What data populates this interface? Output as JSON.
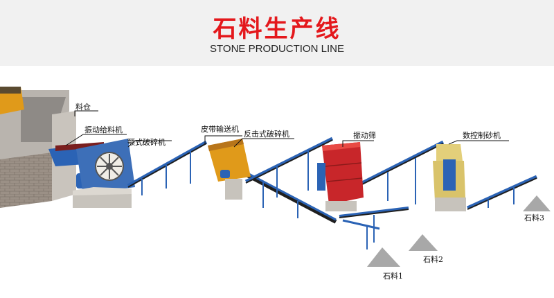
{
  "header": {
    "title": "石料生产线",
    "subtitle": "STONE PRODUCTION LINE"
  },
  "labels": {
    "silo": "料仓",
    "vibrating_feeder": "振动给料机",
    "jaw_crusher": "颚式破碎机",
    "belt_conveyor": "皮带输送机",
    "impact_crusher": "反击式破碎机",
    "vibrating_screen": "振动筛",
    "sand_maker": "数控制砂机",
    "stone_1": "石料1",
    "stone_2": "石料2",
    "stone_3": "石料3"
  },
  "colors": {
    "title_red": "#e4181c",
    "machine_blue": "#2b63b5",
    "screen_red": "#c8262a",
    "sand_maker_yellow": "#e3cf7a"
  }
}
